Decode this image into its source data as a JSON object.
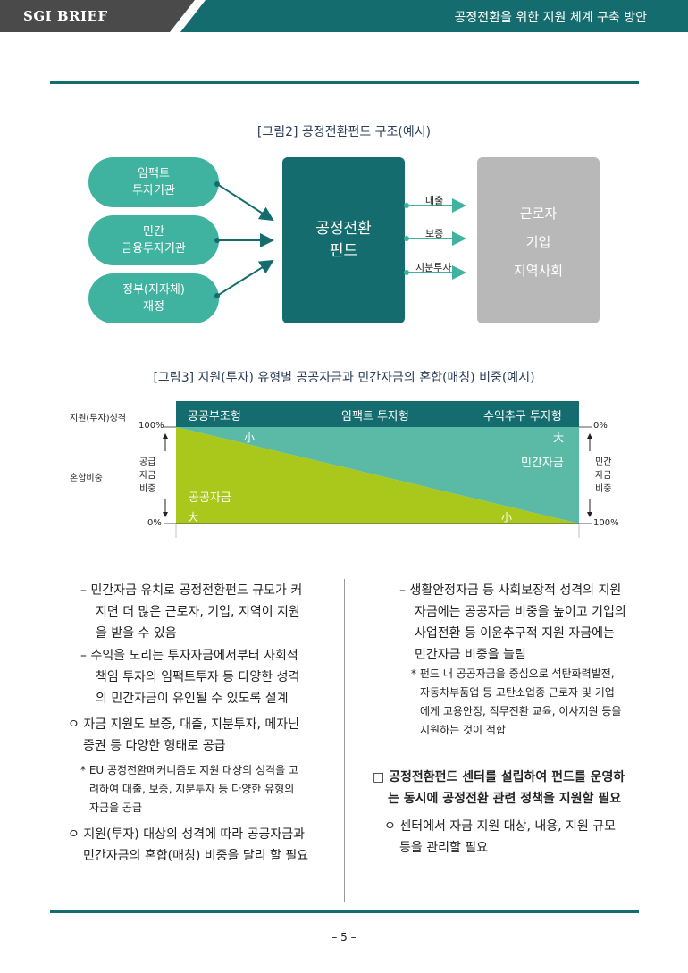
{
  "header": {
    "brand": "SGI BRIEF",
    "title": "공정전환을 위한 지원 체계 구축 방안"
  },
  "figure2": {
    "caption": "[그림2] 공정전환펀드 구조(예시)",
    "sources": [
      {
        "line1": "임팩트",
        "line2": "투자기관"
      },
      {
        "line1": "민간",
        "line2": "금융투자기관"
      },
      {
        "line1": "정부(지자체)",
        "line2": "재정"
      }
    ],
    "fund": {
      "line1": "공정전환",
      "line2": "펀드"
    },
    "channels": [
      "대출",
      "보증",
      "지분투자"
    ],
    "recipients": [
      "근로자",
      "기업",
      "지역사회"
    ]
  },
  "figure3": {
    "caption": "[그림3] 지원(투자) 유형별 공공자금과 민간자금의 혼합(매칭) 비중(예시)",
    "row_label_type": "지원(투자)성격",
    "row_label_mix": "혼합비중",
    "types": [
      "공공부조형",
      "임팩트 투자형",
      "수익추구 투자형"
    ],
    "left_axis": {
      "top": "100%",
      "bottom": "0%",
      "label": [
        "공급",
        "자금",
        "비중"
      ]
    },
    "right_axis": {
      "top": "0%",
      "bottom": "100%",
      "label": [
        "민간",
        "자금",
        "비중"
      ]
    },
    "public_label": "공공자금",
    "private_label": "민간자금",
    "small": "小",
    "large": "大",
    "colors": {
      "public": "#a9c81b",
      "private": "#5bbaa6",
      "band": "#156c6e"
    }
  },
  "left_column": {
    "dash1": [
      "– 민간자금 유치로 공정전환펀드 규모가 커",
      "지면 더 많은 근로자, 기업, 지역이 지원",
      "을 받을 수 있음"
    ],
    "dash2": [
      "– 수익을 노리는 투자자금에서부터 사회적",
      "책임 투자의 임팩트투자 등 다양한 성격",
      "의 민간자금이 유인될 수 있도록 설계"
    ],
    "circle1": [
      "ㅇ 자금 지원도 보증, 대출, 지분투자, 메자닌",
      "증권 등 다양한 형태로 공급"
    ],
    "note1": [
      "* EU 공정전환메커니즘도 지원 대상의 성격을 고",
      "려하여  대출, 보증, 지분투자 등 다양한 유형의",
      "자금을 공급"
    ],
    "circle2": [
      "ㅇ 지원(투자) 대상의 성격에 따라 공공자금과",
      "민간자금의 혼합(매칭) 비중을 달리 할 필요"
    ]
  },
  "right_column": {
    "dash1": [
      "– 생활안정자금 등 사회보장적 성격의 지원",
      "자금에는 공공자금 비중을 높이고 기업의",
      "사업전환 등 이윤추구적 지원 자금에는",
      "민간자금 비중을 늘림"
    ],
    "note1": [
      "* 펀드 내 공공자금을 중심으로 석탄화력발전,",
      "자동차부품업 등 고탄소업종 근로자 및 기업",
      "에게 고용안정, 직무전환 교육, 이사지원 등을",
      "지원하는 것이 적합"
    ],
    "box1": [
      "□ 공정전환펀드 센터를 설립하여 펀드를 운영하",
      "는 동시에 공정전환 관련 정책을 지원할 필요"
    ],
    "circle1": [
      "ㅇ 센터에서 자금 지원 대상, 내용, 지원 규모",
      "등을 관리할 필요"
    ]
  },
  "footer": {
    "page": "– 5 –"
  }
}
